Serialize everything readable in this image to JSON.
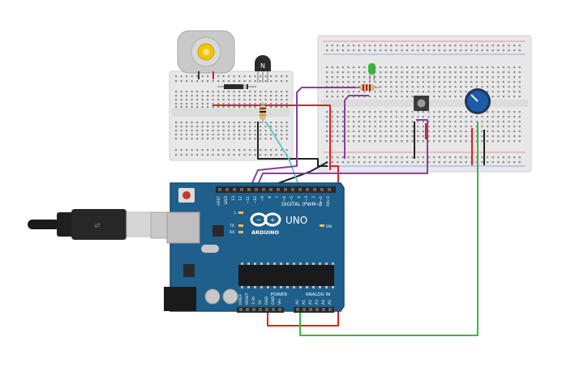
{
  "arduino": {
    "logo_text": "ARDUINO",
    "model_text": "UNO",
    "digital_header": "DIGITAL (PWM~)",
    "power_header": "POWER",
    "analog_header": "ANALOG IN",
    "top_pins": [
      "AREF",
      "GND",
      "13",
      "12",
      "~11",
      "~10",
      "~9",
      "8",
      "7",
      "~6",
      "~5",
      "4",
      "~3",
      "2",
      "TX→1",
      "RX←0"
    ],
    "power_pins": [
      "IOREF",
      "RESET",
      "3.3V",
      "5V",
      "GND",
      "GND",
      "Vin"
    ],
    "analog_pins": [
      "A0",
      "A1",
      "A2",
      "A3",
      "A4",
      "A5"
    ],
    "led_labels": [
      "L",
      "TX",
      "RX"
    ],
    "on_label": "ON"
  },
  "transistor": {
    "label": "N"
  },
  "colors": {
    "board_blue": "#1f5f8b",
    "wire_red": "#d9241f",
    "wire_purple": "#8a3fa0",
    "wire_black": "#222222",
    "wire_green": "#3fb449",
    "wire_cyan": "#5bc6cf",
    "breadboard": "#e8e8e8",
    "led_green": "#3bb33b",
    "pot_blue": "#1b5ea8"
  },
  "icons": [
    "usb-cable-icon",
    "dc-motor-icon",
    "npn-transistor-icon",
    "diode-icon",
    "resistor-icon",
    "led-icon",
    "pushbutton-icon",
    "potentiometer-icon",
    "arduino-infinity-logo-icon"
  ]
}
